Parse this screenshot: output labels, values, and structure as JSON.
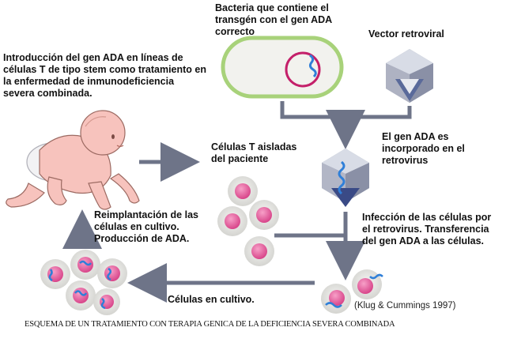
{
  "labels": {
    "bacteria": "Bacteria que contiene el transgén con el gen ADA correcto",
    "vector": "Vector retroviral",
    "intro": "Introducción del gen ADA en líneas de células T de tipo stem como tratamiento en la enfermedad de inmunodeficiencia severa combinada.",
    "isolated_cells": "Células T aisladas del paciente",
    "incorporated": "El gen ADA es incorporado en el retrovirus",
    "reimplant": "Reimplantación de las células en cultivo. Producción de ADA.",
    "infection": "Infección de las células por el retrovirus. Transferencia del gen ADA a las células.",
    "culture": "Células en cultivo.",
    "citation": "(Klug & Cummings 1997)",
    "caption": "ESQUEMA DE UN TRATAMIENTO CON TERAPIA GENICA DE LA DEFICIENCIA SEVERA COMBINADA"
  },
  "colors": {
    "arrow": "#6e7488",
    "cell_cytoplasm": "#ececea",
    "cell_nucleus": "#e86aa6",
    "dna": "#2f7fd8",
    "plasmid": "#c4206a",
    "bacteria_fill": "#f2f2ee",
    "bacteria_border": "#a8d27a",
    "virus_light": "#d8dce6",
    "virus_mid": "#9aa0b4",
    "virus_dark": "#5a6a9a",
    "skin": "#f7c3bd"
  }
}
